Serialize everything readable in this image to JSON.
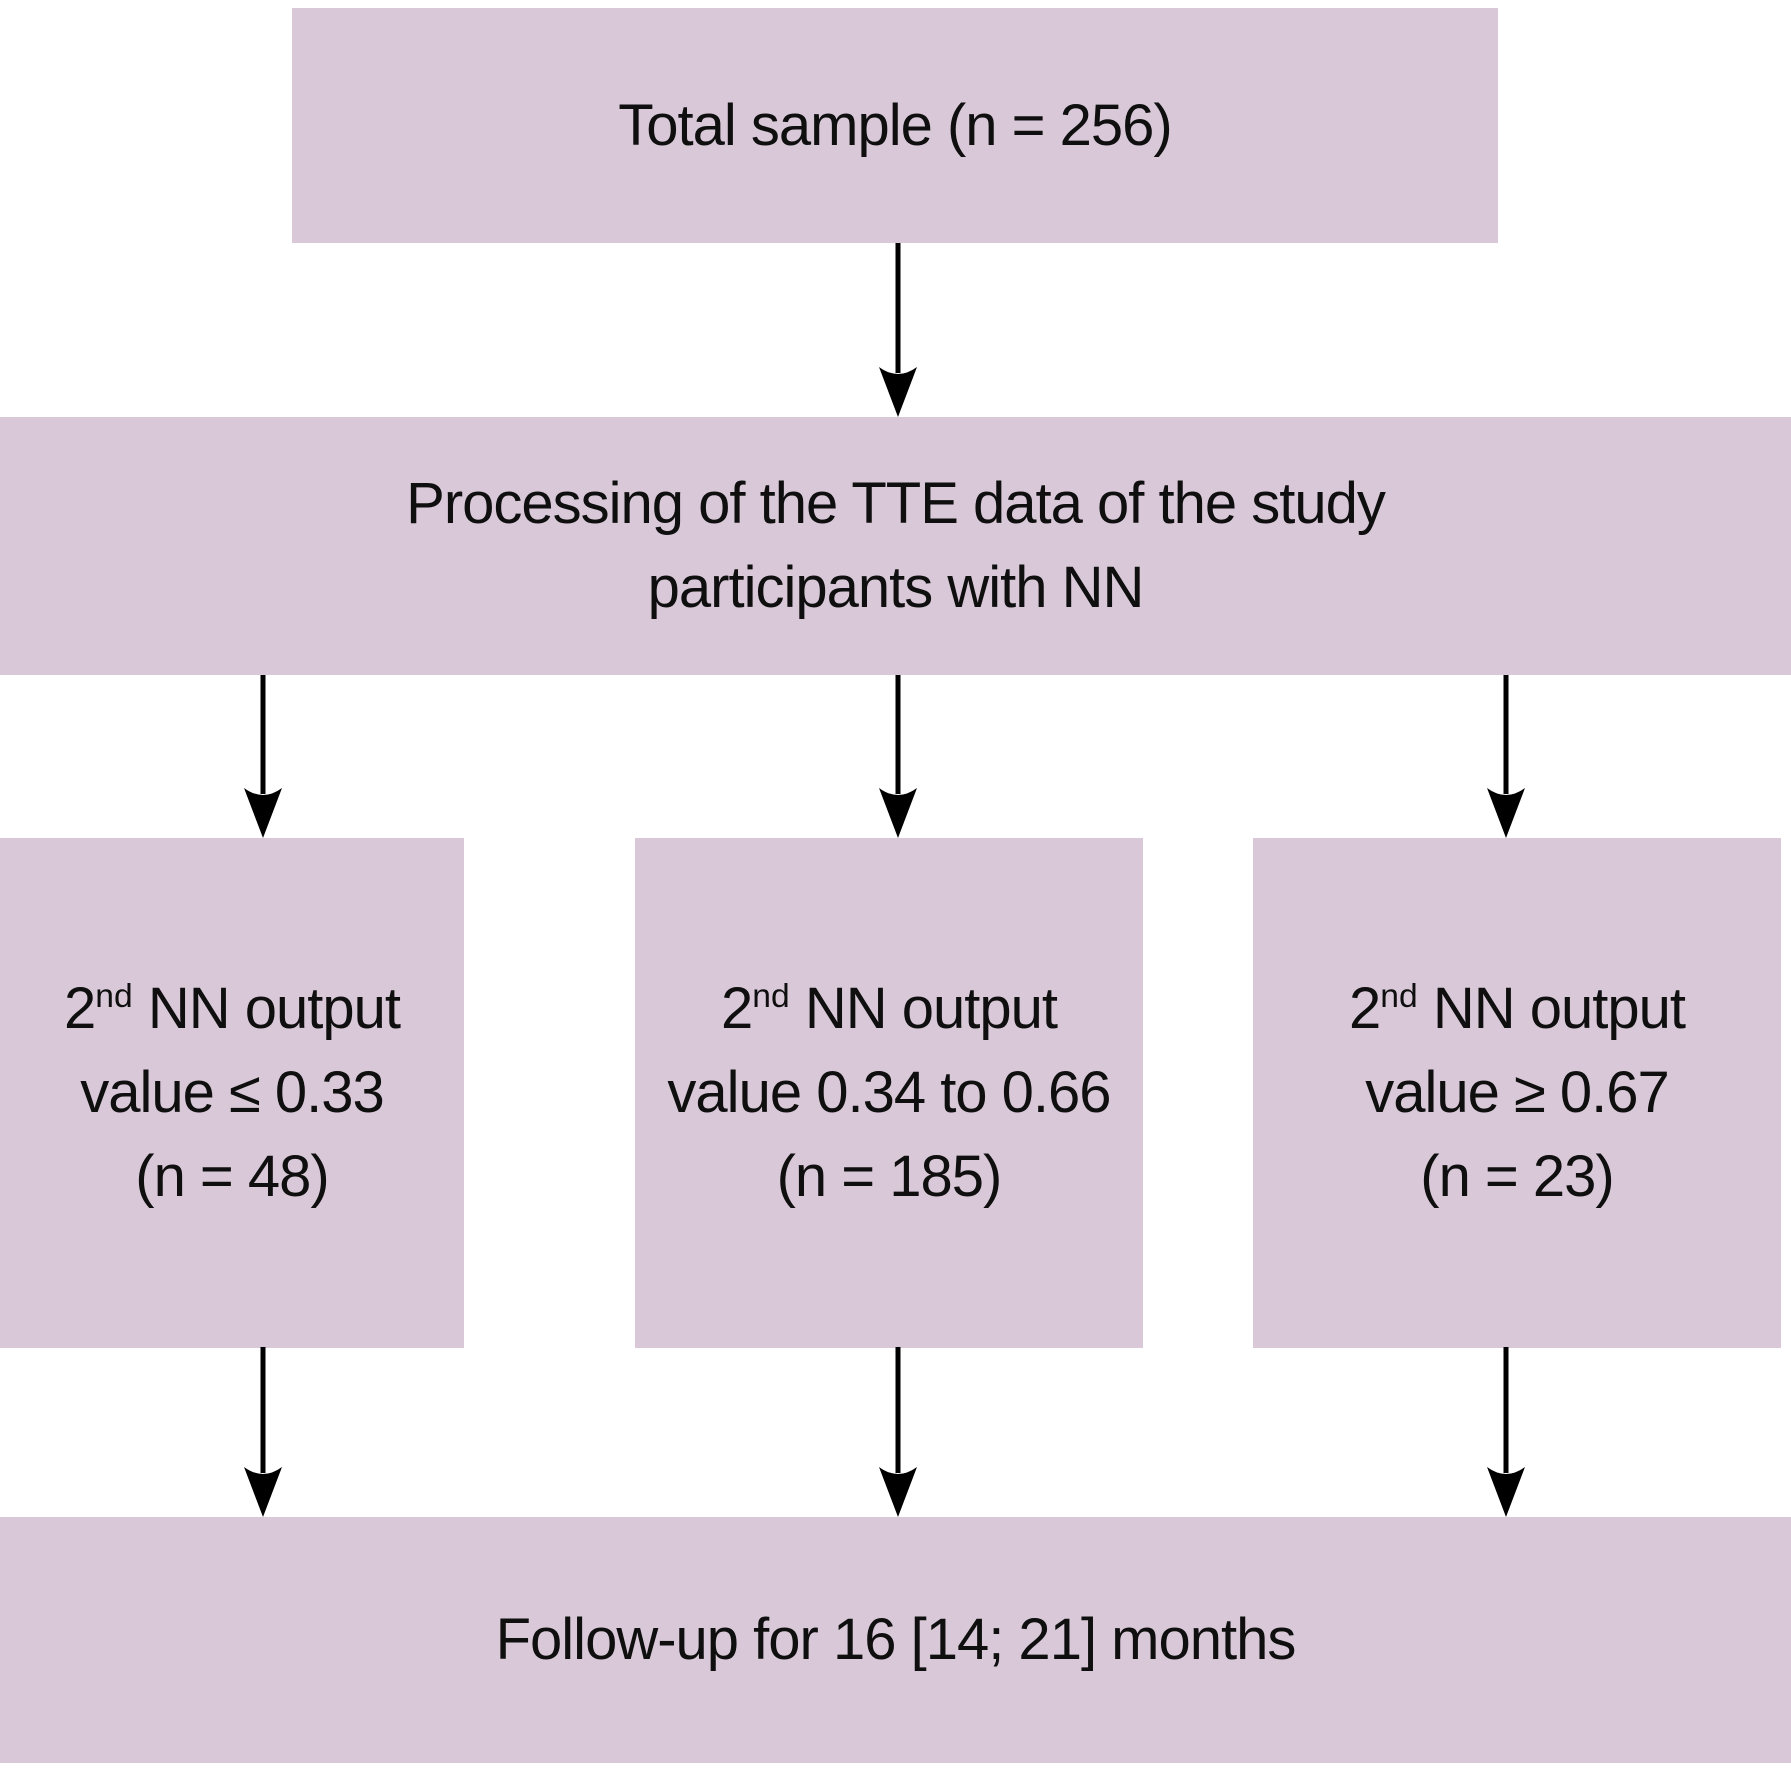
{
  "meta": {
    "figure_type": "flowchart",
    "description": "Study participant flow through neural network TTE processing"
  },
  "colors": {
    "background": "#ffffff",
    "node_fill": "#d9c9d8",
    "text": "#0f0f0f",
    "arrow": "#000000"
  },
  "nodes": {
    "total": {
      "label": "Total sample (n = 256)"
    },
    "processing": {
      "line1": "Processing of the TTE data of the study",
      "line2": "participants with NN"
    },
    "output_low": {
      "ordinal_base": "2",
      "ordinal_sup": "nd",
      "line1_rest": " NN output",
      "line2": "value ≤ 0.33",
      "line3": "(n = 48)"
    },
    "output_mid": {
      "ordinal_base": "2",
      "ordinal_sup": "nd",
      "line1_rest": " NN output",
      "line2": "value 0.34 to 0.66",
      "line3": "(n = 185)"
    },
    "output_high": {
      "ordinal_base": "2",
      "ordinal_sup": "nd",
      "line1_rest": " NN output",
      "line2": "value ≥ 0.67",
      "line3": "(n = 23)"
    },
    "followup": {
      "label": "Follow-up for 16 [14; 21] months"
    }
  }
}
